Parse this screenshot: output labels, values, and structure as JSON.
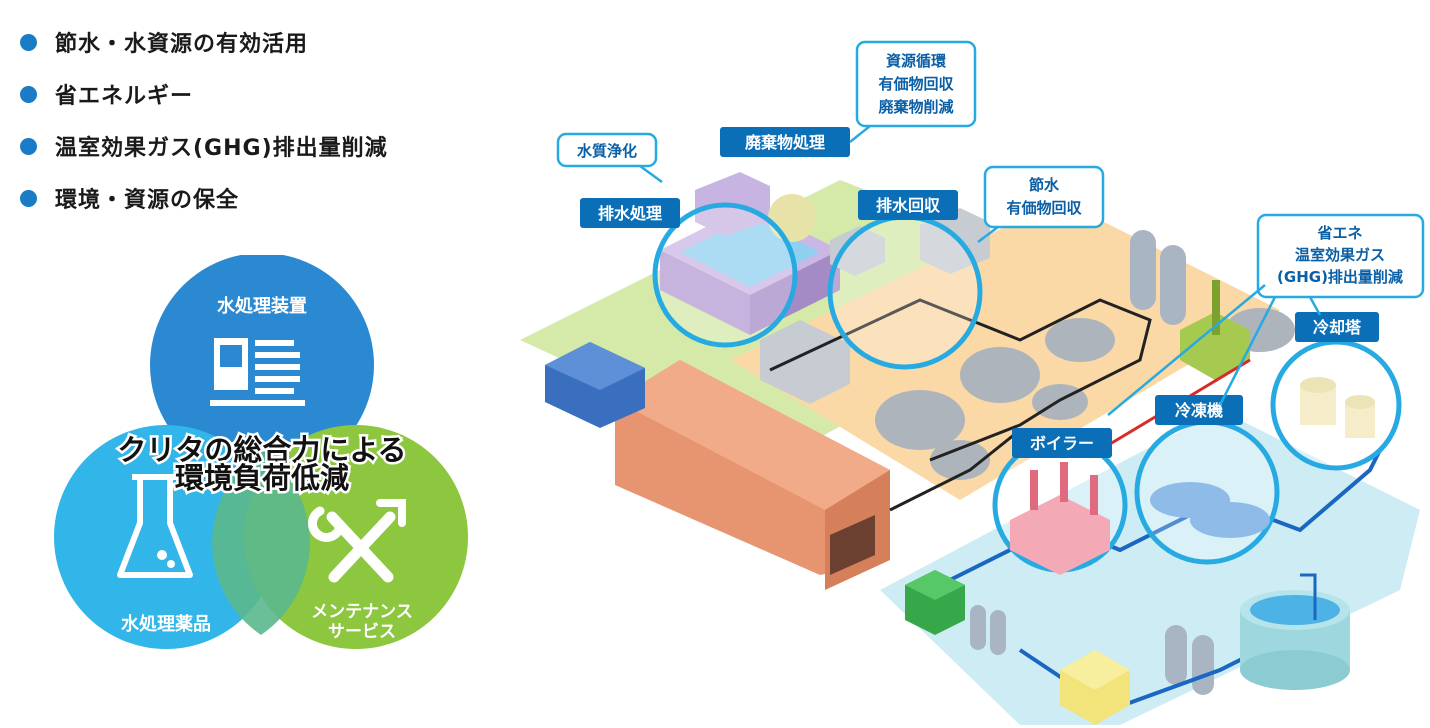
{
  "bullets": [
    "節水・水資源の有効活用",
    "省エネルギー",
    "温室効果ガス(GHG)排出量削減",
    "環境・資源の保全"
  ],
  "venn": {
    "top_label": "水処理装置",
    "left_label": "水処理薬品",
    "right_label_line1": "メンテナンス",
    "right_label_line2": "サービス",
    "center_line1": "クリタの総合力による",
    "center_line2": "環境負荷低減",
    "colors": {
      "top": "#2a89d1",
      "left": "#32b5e8",
      "right": "#8dc63f"
    }
  },
  "plant": {
    "labels": {
      "wastewater_treatment": "排水処理",
      "wastewater_recovery": "排水回収",
      "waste_treatment": "廃棄物処理",
      "boiler": "ボイラー",
      "chiller": "冷凍機",
      "cooling_tower": "冷却塔"
    },
    "callouts": {
      "water_purification": "水質浄化",
      "resource_1": "資源循環",
      "resource_2": "有価物回収",
      "resource_3": "廃棄物削減",
      "saving_1": "節水",
      "saving_2": "有価物回収",
      "energy_1": "省エネ",
      "energy_2": "温室効果ガス",
      "energy_3": "(GHG)排出量削減"
    },
    "colors": {
      "label_bg": "#0a6fb7",
      "ring": "#27aae1",
      "orange_zone": "#fbd9a6",
      "green_zone": "#d5e9a8",
      "blue_zone": "#cdecf4"
    }
  }
}
